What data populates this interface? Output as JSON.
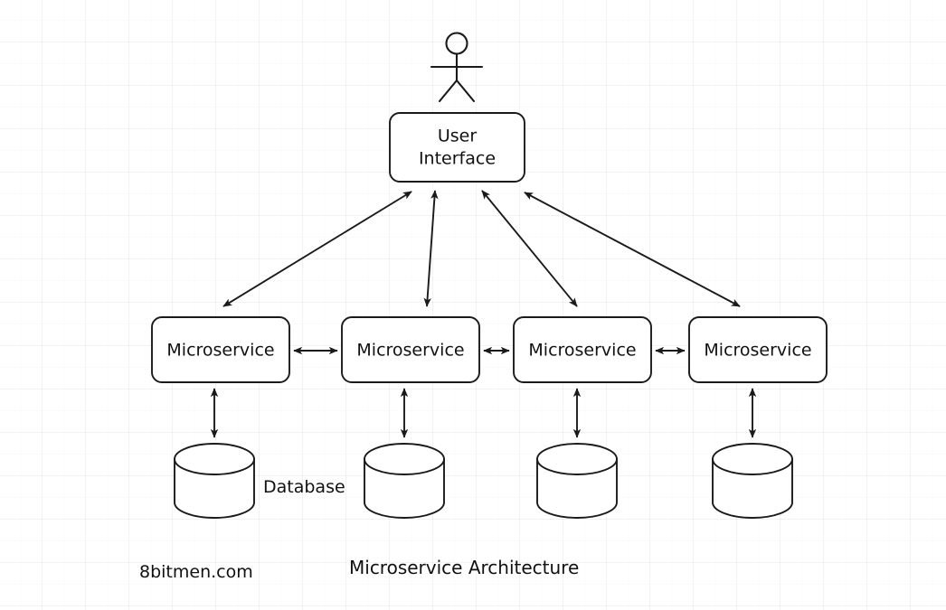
{
  "diagram": {
    "title": "Microservice Architecture",
    "watermark": "8bitmen.com",
    "background": "#ffffff",
    "grid_color": "#8c96a5",
    "stroke_color": "#1a1a1a",
    "fill_color": "#ffffff"
  },
  "actor": {
    "name": "user-actor",
    "shape": "stick-figure"
  },
  "ui_node": {
    "line1": "User",
    "line2": "Interface"
  },
  "services": [
    {
      "label": "Microservice"
    },
    {
      "label": "Microservice"
    },
    {
      "label": "Microservice"
    },
    {
      "label": "Microservice"
    }
  ],
  "databases": [
    {
      "label": "Database"
    },
    {
      "label": ""
    },
    {
      "label": ""
    },
    {
      "label": ""
    }
  ],
  "labels": {
    "database_caption": "Database",
    "footer_title": "Microservice Architecture",
    "footer_credit": "8bitmen.com"
  },
  "connections": {
    "ui_to_service": "bidirectional",
    "service_to_service": "bidirectional",
    "service_to_database": "bidirectional"
  }
}
